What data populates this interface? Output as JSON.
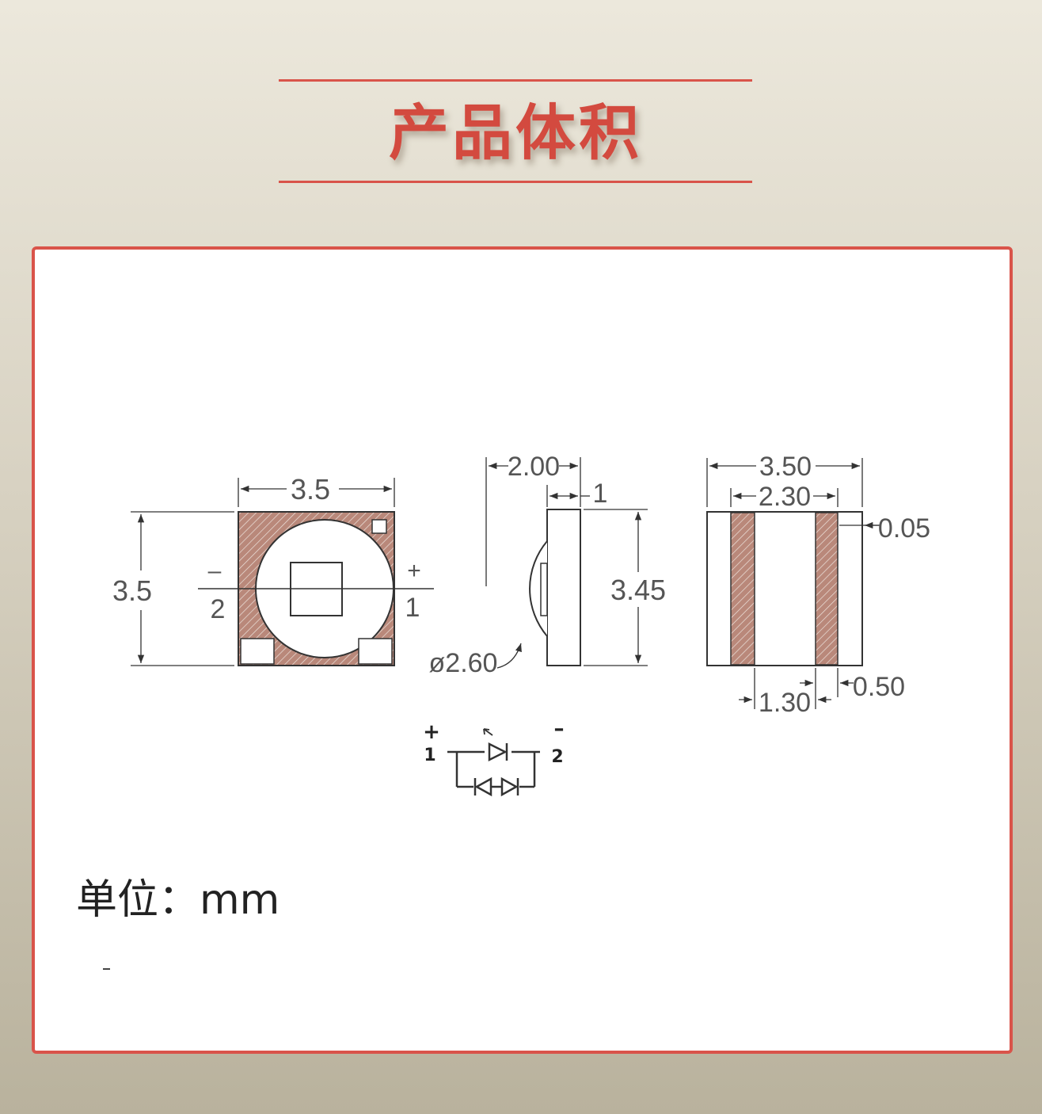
{
  "page": {
    "title": "产品体积",
    "unit_label": "单位：mm"
  },
  "colors": {
    "accent": "#d9544a",
    "title_red": "#d34a3f",
    "pad_brown": "#b9887a",
    "line_dark": "#3a3a3a"
  },
  "drawing": {
    "top_view": {
      "width_dim": "3.5",
      "height_dim": "3.5",
      "minus_sign": "–",
      "plus_sign": "+",
      "pin_left": "2",
      "pin_right": "1"
    },
    "side_view": {
      "depth_dim": "2.00",
      "base_dim": "1",
      "height_dim": "3.45",
      "lens_dim": "ø2.60"
    },
    "bottom_view": {
      "width_dim": "3.50",
      "inner_dim": "2.30",
      "gap_dim": "0.05",
      "pad_gap_dim": "1.30",
      "pad_width_dim": "0.50"
    },
    "schematic": {
      "plus_sign": "+",
      "minus_sign": "–",
      "pin_left": "1",
      "pin_right": "2"
    }
  }
}
